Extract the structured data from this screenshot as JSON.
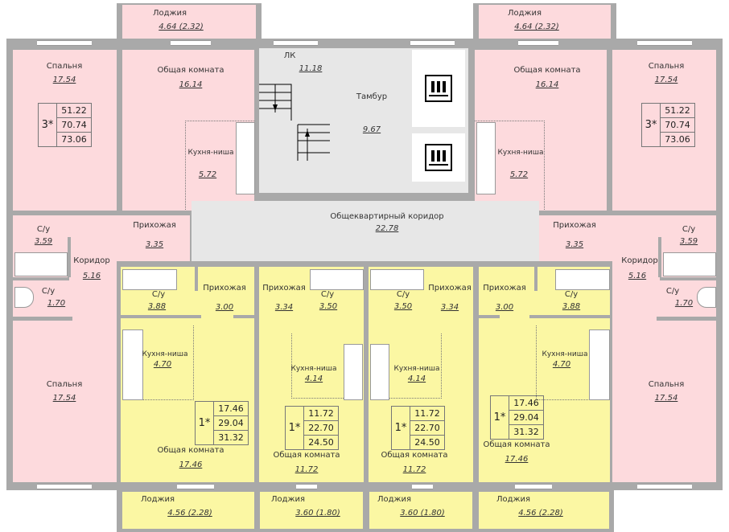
{
  "left_apartment": {
    "loggia": {
      "label": "Лоджия",
      "area": "4.64 (2.32)"
    },
    "bedroom1": {
      "label": "Спальня",
      "area": "17.54"
    },
    "living": {
      "label": "Общая комната",
      "area": "16.14"
    },
    "kitchen": {
      "label": "Кухня-ниша",
      "area": "5.72"
    },
    "hall": {
      "label": "Прихожая",
      "area": "3.35"
    },
    "bath1": {
      "label": "С/у",
      "area": "3.59"
    },
    "corridor": {
      "label": "Коридор",
      "area": "5.16"
    },
    "bath2": {
      "label": "С/у",
      "area": "1.70"
    },
    "bedroom2": {
      "label": "Спальня",
      "area": "17.54"
    },
    "summary": {
      "rooms": "3*",
      "values": [
        "51.22",
        "70.74",
        "73.06"
      ]
    }
  },
  "right_apartment": {
    "loggia": {
      "label": "Лоджия",
      "area": "4.64 (2.32)"
    },
    "bedroom1": {
      "label": "Спальня",
      "area": "17.54"
    },
    "living": {
      "label": "Общая комната",
      "area": "16.14"
    },
    "kitchen": {
      "label": "Кухня-ниша",
      "area": "5.72"
    },
    "hall": {
      "label": "Прихожая",
      "area": "3.35"
    },
    "bath1": {
      "label": "С/у",
      "area": "3.59"
    },
    "corridor": {
      "label": "Коридор",
      "area": "5.16"
    },
    "bath2": {
      "label": "С/у",
      "area": "1.70"
    },
    "bedroom2": {
      "label": "Спальня",
      "area": "17.54"
    },
    "summary": {
      "rooms": "3*",
      "values": [
        "51.22",
        "70.74",
        "73.06"
      ]
    }
  },
  "common": {
    "stairs": {
      "label": "ЛК",
      "area": "11.18"
    },
    "vestibule": {
      "label": "Тамбур",
      "area": "9.67"
    },
    "corridor": {
      "label": "Общеквартирный коридор",
      "area": "22.78"
    }
  },
  "apt_a": {
    "bath": {
      "label": "С/у",
      "area": "3.88"
    },
    "hall": {
      "label": "Прихожая",
      "area": "3.00"
    },
    "kitchen": {
      "label": "Кухня-ниша",
      "area": "4.70"
    },
    "living": {
      "label": "Общая комната",
      "area": "17.46"
    },
    "loggia": {
      "label": "Лоджия",
      "area": "4.56 (2.28)"
    },
    "summary": {
      "rooms": "1*",
      "values": [
        "17.46",
        "29.04",
        "31.32"
      ]
    }
  },
  "apt_b": {
    "bath": {
      "label": "С/у",
      "area": "3.50"
    },
    "hall": {
      "label": "Прихожая",
      "area": "3.34"
    },
    "kitchen": {
      "label": "Кухня-ниша",
      "area": "4.14"
    },
    "living": {
      "label": "Общая комната",
      "area": "11.72"
    },
    "loggia": {
      "label": "Лоджия",
      "area": "3.60 (1.80)"
    },
    "summary": {
      "rooms": "1*",
      "values": [
        "11.72",
        "22.70",
        "24.50"
      ]
    }
  },
  "apt_c": {
    "bath": {
      "label": "С/у",
      "area": "3.50"
    },
    "hall": {
      "label": "Прихожая",
      "area": "3.34"
    },
    "kitchen": {
      "label": "Кухня-ниша",
      "area": "4.14"
    },
    "living": {
      "label": "Общая комната",
      "area": "11.72"
    },
    "loggia": {
      "label": "Лоджия",
      "area": "3.60 (1.80)"
    },
    "summary": {
      "rooms": "1*",
      "values": [
        "11.72",
        "22.70",
        "24.50"
      ]
    }
  },
  "apt_d": {
    "bath": {
      "label": "С/у",
      "area": "3.88"
    },
    "hall": {
      "label": "Прихожая",
      "area": "3.00"
    },
    "kitchen": {
      "label": "Кухня-ниша",
      "area": "4.70"
    },
    "living": {
      "label": "Общая комната",
      "area": "17.46"
    },
    "loggia": {
      "label": "Лоджия",
      "area": "4.56 (2.28)"
    },
    "summary": {
      "rooms": "1*",
      "values": [
        "17.46",
        "29.04",
        "31.32"
      ]
    }
  }
}
